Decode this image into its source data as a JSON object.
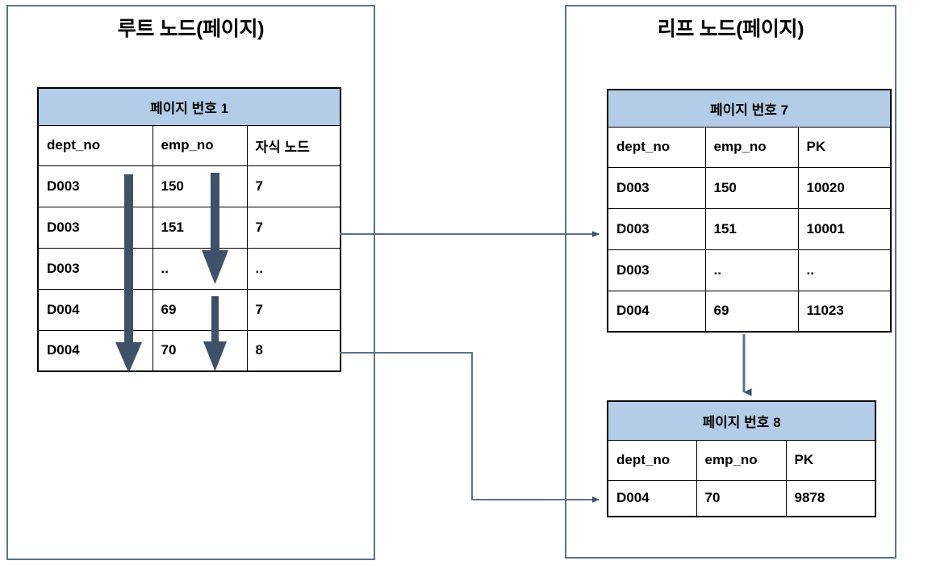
{
  "diagram": {
    "type": "b-tree-index-structure",
    "accent_colors": {
      "table_header_fill": "#b3cde8",
      "arrow_thick": "#3f5069",
      "connector_line": "#5d7184",
      "container_border": "#5d7184",
      "table_border": "#000000"
    }
  },
  "root_node": {
    "title": "루트 노드(페이지)",
    "page": {
      "page_label": "페이지 번호 1",
      "columns": [
        "dept_no",
        "emp_no",
        "자식 노드"
      ],
      "rows": [
        [
          "D003",
          "150",
          "7"
        ],
        [
          "D003",
          "151",
          "7"
        ],
        [
          "D003",
          "..",
          ".."
        ],
        [
          "D004",
          "69",
          "7"
        ],
        [
          "D004",
          "70",
          "8"
        ]
      ]
    }
  },
  "leaf_node": {
    "title": "리프 노드(페이지)",
    "pages": [
      {
        "page_label": "페이지 번호 7",
        "columns": [
          "dept_no",
          "emp_no",
          "PK"
        ],
        "rows": [
          [
            "D003",
            "150",
            "10020"
          ],
          [
            "D003",
            "151",
            "10001"
          ],
          [
            "D003",
            "..",
            ".."
          ],
          [
            "D004",
            "69",
            "11023"
          ]
        ]
      },
      {
        "page_label": "페이지 번호 8",
        "columns": [
          "dept_no",
          "emp_no",
          "PK"
        ],
        "rows": [
          [
            "D004",
            "70",
            "9878"
          ]
        ]
      }
    ]
  },
  "connectors": [
    {
      "name": "root-row2-to-page7",
      "from": "페이지 번호 1 / D003 151 / 7",
      "to": "페이지 번호 7 / D003 151"
    },
    {
      "name": "root-row5-to-page8",
      "from": "페이지 번호 1 / D004 70 / 8",
      "to": "페이지 번호 8 / D004 70"
    },
    {
      "name": "page7-to-page8-next-page",
      "from": "페이지 번호 7",
      "to": "페이지 번호 8"
    }
  ],
  "scan_arrows": [
    {
      "name": "dept-no-scan-arrow",
      "column": "dept_no",
      "span_rows": "1-5"
    },
    {
      "name": "emp-no-scan-arrow-upper",
      "column": "emp_no",
      "span_rows": "1-3"
    },
    {
      "name": "emp-no-scan-arrow-lower",
      "column": "emp_no",
      "span_rows": "4-5"
    }
  ]
}
